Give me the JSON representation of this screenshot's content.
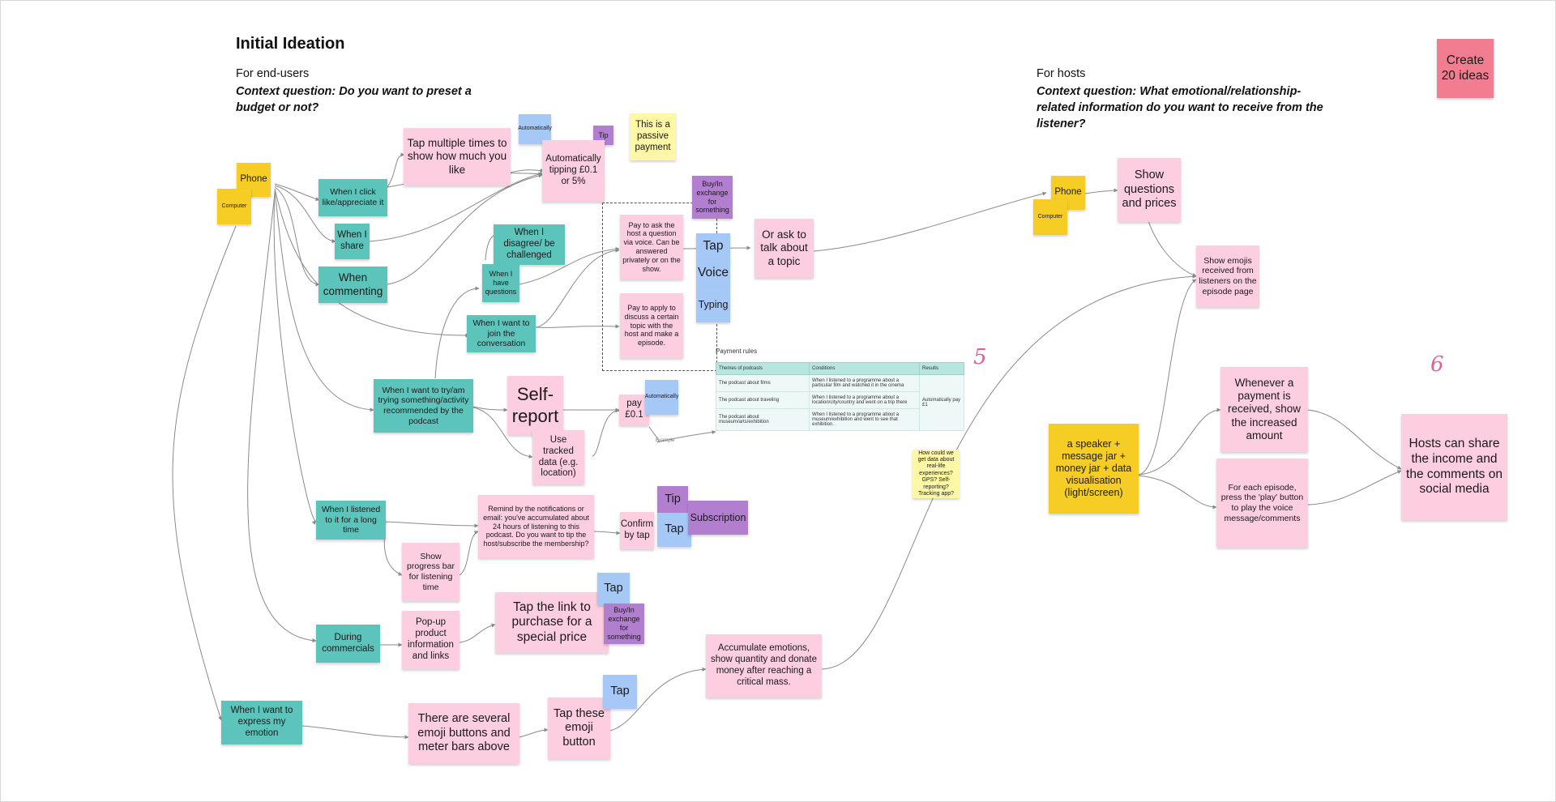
{
  "title": "Initial Ideation",
  "left_section": {
    "heading": "For end-users",
    "question": "Context question: Do you want to preset a budget or not?"
  },
  "right_section": {
    "heading": "For hosts",
    "question": "Context question: What emotional/relationship-related information do you want to receive from the listener?"
  },
  "notes": {
    "create": "Create 20 ideas",
    "phone_l": "Phone",
    "computer_l": "Computer",
    "click_like": "When I click like/appreciate it",
    "share": "When I share",
    "commenting": "When commenting",
    "disagree": "When I disagree/ be challenged",
    "questions": "When I have questions",
    "join": "When I want to join the conversation",
    "tap_multi": "Tap multiple times to show how much you like",
    "auto_small": "Automatically",
    "tip_small": "Tip",
    "auto_tip": "Automatically tipping £0.1 or 5%",
    "passive": "This is a passive payment",
    "buy1": "Buy/In exchange for something",
    "pay_ask": "Pay to ask the host a question via voice. Can be answered privately or on the show.",
    "pay_apply": "Pay to apply to discuss a certain topic with the host and make a episode.",
    "tap_b": "Tap",
    "voice_b": "Voice",
    "typing_b": "Typing",
    "or_ask": "Or ask to talk about a topic",
    "try": "When I want to try/am trying something/activity recommended by the podcast",
    "self_report": "Self-report",
    "tracked": "Use tracked data (e.g. location)",
    "pay01": "pay £0.1",
    "auto_small2": "Automatically",
    "data_q": "How could we get data about real-life experiences? GPS? Self-reporting? Tracking app?",
    "listened": "When I listened to it for a long time",
    "progress": "Show progress bar for listening time",
    "remind": "Remind by the notifications or email: you've accumulated about 24 hours of listening to this podcast. Do you want to tip the host/subscribe the membership?",
    "confirm": "Confirm by tap",
    "tip2": "Tip",
    "tap2": "Tap",
    "subscription": "Subscription",
    "commercials": "During commercials",
    "popup": "Pop-up product information and links",
    "tap_link": "Tap the link to purchase for a special price",
    "tap3": "Tap",
    "buy2": "Buy/In exchange for something",
    "express": "When I want to express my emotion",
    "emoji_btns": "There are several emoji buttons and meter bars above",
    "tap_emoji": "Tap these emoji button",
    "tap4": "Tap",
    "accumulate": "Accumulate emotions, show quantity and donate money after reaching a critical mass.",
    "phone_r": "Phone",
    "computer_r": "Computer",
    "show_q": "Show questions and prices",
    "show_emojis": "Show emojis received from listeners on the episode page",
    "speaker": "a speaker + message jar + money jar + data visualisation (light/screen)",
    "payment_recv": "Whenever a payment is received, show the increased amount",
    "for_episode": "For each episode, press the 'play' button to play the voice message/comments",
    "share_social": "Hosts can share the income and the comments on social media"
  },
  "example_label": "Example",
  "payment_rules": {
    "title": "Payment rules",
    "headers": [
      "Themes of podcasts",
      "Conditions",
      "Results"
    ],
    "rows": [
      {
        "theme": "The podcast about films",
        "condition": "When I listened to a programme about a particular film and watched it in the cinema"
      },
      {
        "theme": "The podcast about traveling",
        "condition": "When I listened to a programme about a location/city/country and went on a trip there"
      },
      {
        "theme": "The podcast about museum/arts/exhibition",
        "condition": "When I listened to a programme about a museum/exhibition and went to see that exhibition."
      }
    ],
    "result": "Automatically pay £1"
  },
  "scribbles": {
    "five": "5",
    "six": "6"
  },
  "colors": {
    "pink": "#fdcde0",
    "teal": "#5cc4bb",
    "yellow": "#f5cd24",
    "light_yellow": "#fdf7a6",
    "purple": "#b27fd0",
    "blue": "#a6c8f7",
    "red": "#f37d90",
    "connector": "#8a8a8a"
  }
}
